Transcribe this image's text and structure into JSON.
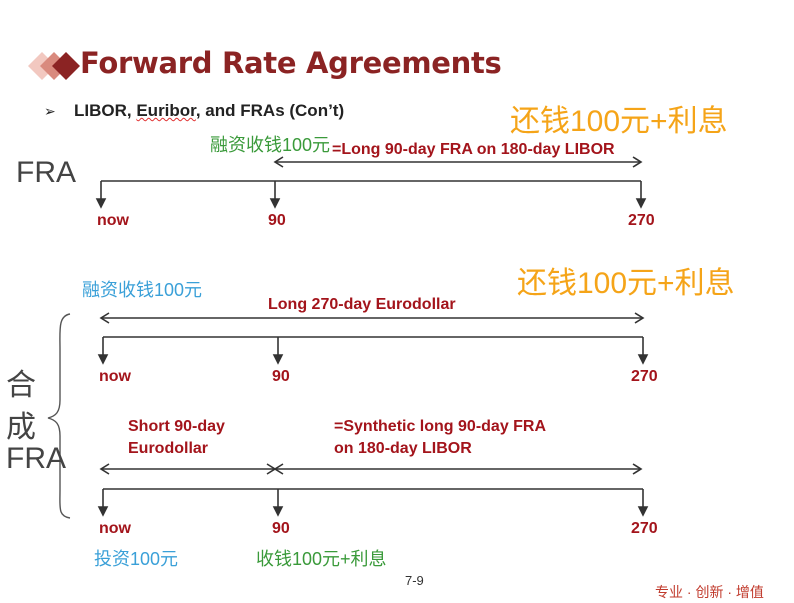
{
  "slide": {
    "title": "Forward Rate Agreements",
    "subtitle_part1": "LIBOR, ",
    "subtitle_euribor": "Euribor",
    "subtitle_part2": ", and FRAs (Con’t)",
    "page_number": "7-9",
    "footer_tag": "专业 · 创新 · 增值"
  },
  "fra_section": {
    "label": "FRA",
    "financing_note": "融资收钱100元",
    "repay_note": "还钱100元+利息",
    "span_label": "=Long 90-day FRA on 180-day LIBOR",
    "ticks": [
      "now",
      "90",
      "270"
    ]
  },
  "synthetic_section": {
    "label_line1": "合",
    "label_line2": "成",
    "label_line3": "FRA",
    "financing_note": "融资收钱100元",
    "repay_note": "还钱100元+利息",
    "long_label": "Long 270-day Eurodollar",
    "ticks_top": [
      "now",
      "90",
      "270"
    ],
    "short_label_line1": "Short 90-day",
    "short_label_line2": "Eurodollar",
    "synthetic_label_line1": "=Synthetic long 90-day FRA",
    "synthetic_label_line2": "on 180-day LIBOR",
    "ticks_bottom": [
      "now",
      "90",
      "270"
    ],
    "invest_note": "投资100元",
    "collect_note": "收钱100元+利息"
  },
  "colors": {
    "title": "#8b2323",
    "accent_red": "#a3141b",
    "orange": "#f5a418",
    "green": "#3a9a3a",
    "blue": "#3aa0d8"
  }
}
